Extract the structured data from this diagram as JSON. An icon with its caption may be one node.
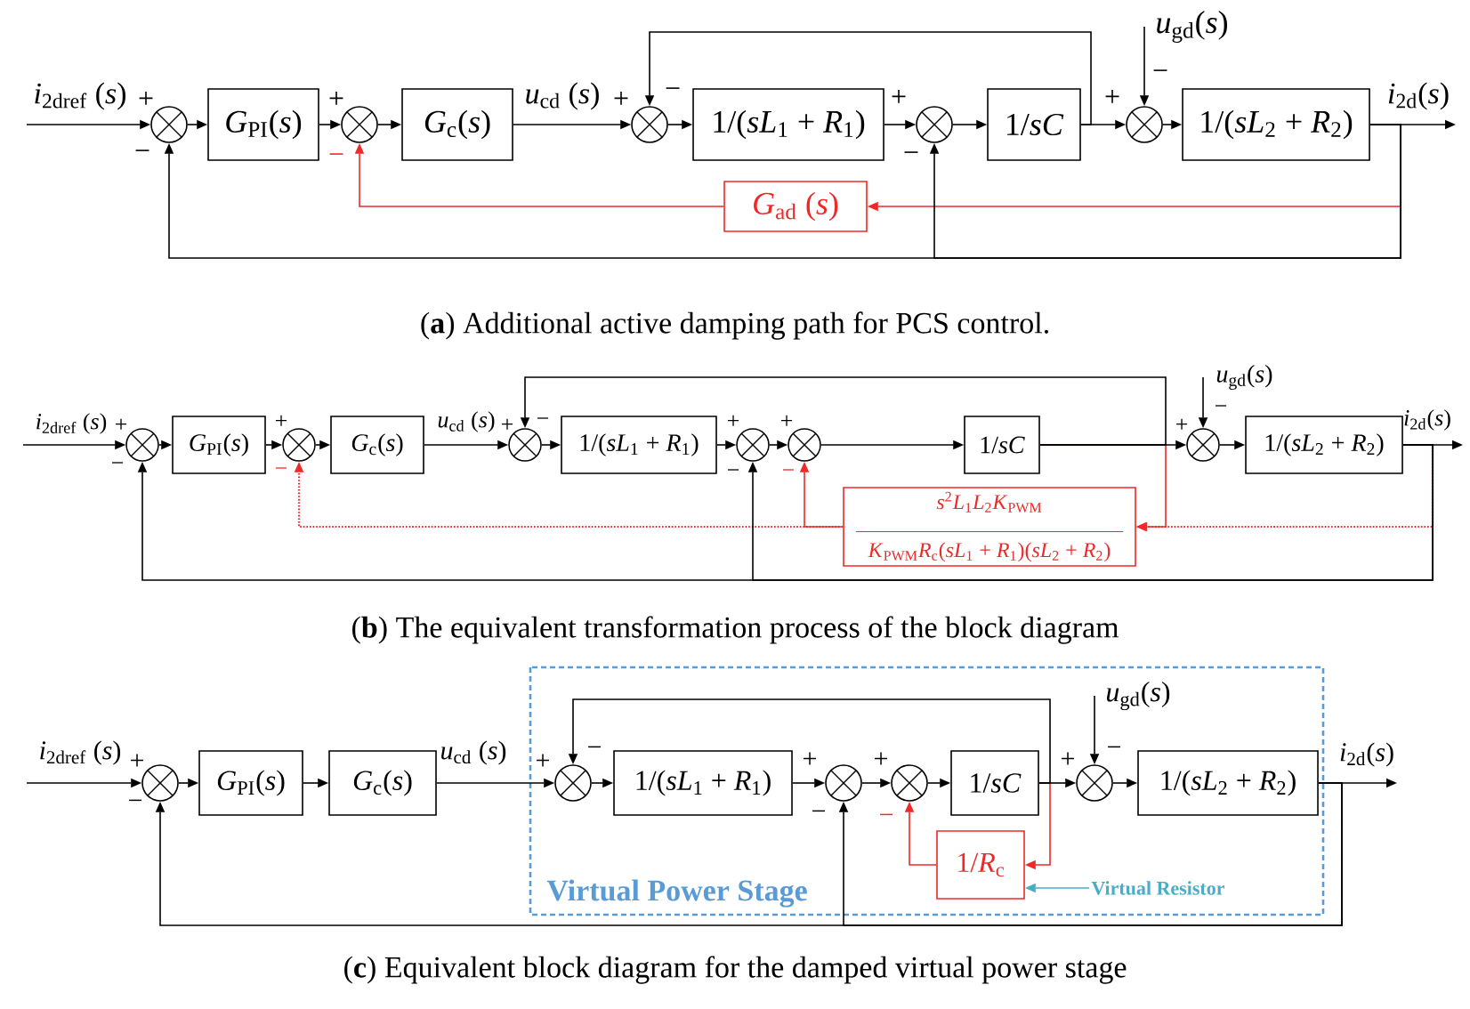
{
  "diagram": {
    "nodes": [
      {
        "text": [],
        "shape": "circle",
        "beside": [
          "+",
          "−"
        ]
      },
      {
        "text": [
          "*G*$_{PI}$(*s*)"
        ]
      },
      {
        "text": [],
        "shape": "circle",
        "beside": [
          "+",
          "−"
        ]
      },
      {
        "text": [
          "*G*$_{c}$(*s*)"
        ]
      },
      {
        "text": [],
        "shape": "circle",
        "beside": [
          "+",
          "−"
        ]
      },
      {
        "text": [
          "1/(*sL*$_{1}$ + *R*$_{1}$)"
        ]
      },
      {
        "text": [],
        "shape": "circle",
        "beside": [
          "+",
          "−"
        ]
      },
      {
        "text": [
          "1/*sC*"
        ]
      },
      {
        "text": [
          "*u*$_{gd}$(*s*)"
        ]
      },
      {
        "text": [],
        "shape": "circle",
        "beside": [
          "+",
          "−"
        ]
      },
      {
        "text": [
          "1/(*sL*$_{2}$ + *R*$_{2}$)"
        ]
      },
      {
        "text": [
          "*G*$_{ad}$ (*s*)"
        ]
      },
      {
        "text": [],
        "shape": "circle",
        "beside": [
          "+",
          "−"
        ]
      },
      {
        "text": [
          "*G*$_{PI}$(*s*)"
        ]
      },
      {
        "text": [],
        "shape": "circle",
        "beside": [
          "+",
          "−"
        ]
      },
      {
        "text": [
          "*G*$_{c}$(*s*)"
        ]
      },
      {
        "text": [],
        "shape": "circle",
        "beside": [
          "+",
          "−"
        ]
      },
      {
        "text": [
          "1/(*sL*$_{1}$ + *R*$_{1}$)"
        ]
      },
      {
        "text": [],
        "shape": "circle",
        "beside": [
          "+",
          "−"
        ]
      },
      {
        "text": [],
        "shape": "circle",
        "beside": [
          "+",
          "−"
        ]
      },
      {
        "text": [
          "1/*sC*"
        ]
      },
      {
        "text": [
          "*u*$_{gd}$(*s*)"
        ]
      },
      {
        "text": [],
        "shape": "circle",
        "beside": [
          "+",
          "−"
        ]
      },
      {
        "text": [
          "1/(*sL*$_{2}$ + *R*$_{2}$)"
        ]
      },
      {
        "text": [
          "*s*$^{2}$*L*$_{1}$*L*$_{2}$*K*$_{PWM}$",
          "*K*$_{PWM}$*R*$_{c}$(*sL*$_{1}$ + *R*$_{1}$)(*sL*$_{2}$ + *R*$_{2}$)"
        ]
      },
      {
        "text": [],
        "shape": "circle",
        "beside": [
          "+",
          "−"
        ]
      },
      {
        "text": [
          "*G*$_{PI}$(*s*)"
        ]
      },
      {
        "text": [
          "*G*$_{c}$(*s*)"
        ]
      },
      {
        "text": [
          "Virtual Power Stage"
        ]
      },
      {
        "text": [],
        "shape": "circle",
        "beside": [
          "+",
          "−"
        ],
        "in": 28
      },
      {
        "text": [
          "1/(*sL*$_{1}$ + *R*$_{1}$)"
        ],
        "in": 28
      },
      {
        "text": [],
        "shape": "circle",
        "beside": [
          "+",
          "−"
        ],
        "in": 28
      },
      {
        "text": [],
        "shape": "circle",
        "beside": [
          "+",
          "−"
        ],
        "in": 28
      },
      {
        "text": [
          "1/*sC*"
        ],
        "in": 28
      },
      {
        "text": [
          "*u*$_{gd}$(*s*)"
        ],
        "in": 28
      },
      {
        "text": [],
        "shape": "circle",
        "beside": [
          "+",
          "−"
        ],
        "in": 28
      },
      {
        "text": [
          "1/(*sL*$_{2}$ + *R*$_{2}$)"
        ],
        "in": 28
      },
      {
        "text": [
          "1/*R*$_{c}$"
        ],
        "in": 28
      },
      {
        "text": [
          "Virtual Resistor"
        ],
        "in": 28
      }
    ],
    "edges": [
      {
        "from": null,
        "to": 0,
        "arrow": "to",
        "label": "*i*$_{2dref}$ (*s*)"
      },
      {
        "from": 0,
        "to": 1,
        "arrow": "to"
      },
      {
        "from": 1,
        "to": 2,
        "arrow": "to"
      },
      {
        "from": 2,
        "to": 3,
        "arrow": "to"
      },
      {
        "from": 3,
        "to": 4,
        "arrow": "to",
        "label": "*u*$_{cd}$ (*s*)"
      },
      {
        "from": 4,
        "to": 5,
        "arrow": "to"
      },
      {
        "from": 5,
        "to": 6,
        "arrow": "to"
      },
      {
        "from": 6,
        "to": 7,
        "arrow": "to"
      },
      {
        "from": 7,
        "to": 9,
        "arrow": "to"
      },
      {
        "from": 7,
        "to": 4,
        "arrow": "to"
      },
      {
        "from": 8,
        "to": 9,
        "arrow": "to"
      },
      {
        "from": 9,
        "to": 10,
        "arrow": "to"
      },
      {
        "from": 10,
        "to": null,
        "arrow": "to",
        "label": "*i*$_{2d}$(*s*)"
      },
      {
        "from": 10,
        "to": 11,
        "arrow": "to",
        "color": "#f02828"
      },
      {
        "from": 11,
        "to": 2,
        "arrow": "to",
        "color": "#f02828"
      },
      {
        "from": 10,
        "to": 0,
        "arrow": "to"
      },
      {
        "from": 10,
        "to": 6,
        "arrow": "to"
      },
      {
        "from": null,
        "to": 12,
        "arrow": "to",
        "label": "*i*$_{2dref}$ (*s*)"
      },
      {
        "from": 12,
        "to": 13,
        "arrow": "to"
      },
      {
        "from": 13,
        "to": 14,
        "arrow": "to"
      },
      {
        "from": 14,
        "to": 15,
        "arrow": "to"
      },
      {
        "from": 15,
        "to": 16,
        "arrow": "to",
        "label": "*u*$_{cd}$ (*s*)"
      },
      {
        "from": 16,
        "to": 17,
        "arrow": "to"
      },
      {
        "from": 17,
        "to": 18,
        "arrow": "to"
      },
      {
        "from": 18,
        "to": 19,
        "arrow": "to"
      },
      {
        "from": 19,
        "to": 20,
        "arrow": "to"
      },
      {
        "from": 20,
        "to": 22,
        "arrow": "to"
      },
      {
        "from": 20,
        "to": 16,
        "arrow": "to"
      },
      {
        "from": 21,
        "to": 22,
        "arrow": "to"
      },
      {
        "from": 22,
        "to": 23,
        "arrow": "to"
      },
      {
        "from": 23,
        "to": null,
        "arrow": "to",
        "label": "*i*$_{2d}$(*s*)"
      },
      {
        "from": 20,
        "to": 24,
        "arrow": "to",
        "color": "#f02828"
      },
      {
        "from": 23,
        "to": 24,
        "arrow": "to",
        "style": "dashed",
        "color": "#f02828"
      },
      {
        "from": 24,
        "to": 19,
        "arrow": "to",
        "color": "#f02828"
      },
      {
        "from": 24,
        "to": 14,
        "arrow": "to",
        "style": "dashed",
        "color": "#f02828"
      },
      {
        "from": 23,
        "to": 12,
        "arrow": "to"
      },
      {
        "from": 23,
        "to": 18,
        "arrow": "to"
      },
      {
        "from": null,
        "to": 25,
        "arrow": "to",
        "label": "*i*$_{2dref}$ (*s*)"
      },
      {
        "from": 25,
        "to": 26,
        "arrow": "to"
      },
      {
        "from": 26,
        "to": 27,
        "arrow": "to"
      },
      {
        "from": 27,
        "to": 29,
        "arrow": "to",
        "label": "*u*$_{cd}$ (*s*)"
      },
      {
        "from": 29,
        "to": 30,
        "arrow": "to"
      },
      {
        "from": 30,
        "to": 31,
        "arrow": "to"
      },
      {
        "from": 31,
        "to": 32,
        "arrow": "to"
      },
      {
        "from": 32,
        "to": 33,
        "arrow": "to"
      },
      {
        "from": 33,
        "to": 35,
        "arrow": "to"
      },
      {
        "from": 33,
        "to": 29,
        "arrow": "to"
      },
      {
        "from": 34,
        "to": 35,
        "arrow": "to"
      },
      {
        "from": 35,
        "to": 36,
        "arrow": "to"
      },
      {
        "from": 36,
        "to": null,
        "arrow": "to",
        "label": "*i*$_{2d}$(*s*)"
      },
      {
        "from": 33,
        "to": 37,
        "arrow": "to",
        "color": "#f02828"
      },
      {
        "from": 37,
        "to": 32,
        "arrow": "to",
        "color": "#f02828"
      },
      {
        "from": 38,
        "to": 37,
        "arrow": "to",
        "color": "#4bacc6"
      },
      {
        "from": 36,
        "to": 25,
        "arrow": "to"
      },
      {
        "from": 36,
        "to": 31,
        "arrow": "to"
      }
    ],
    "labels": [
      "(**a**) Additional active damping path for PCS control.",
      "(**b**) The equivalent transformation process of the block diagram",
      "(**c**) Equivalent block diagram for the damped virtual power stage"
    ]
  }
}
